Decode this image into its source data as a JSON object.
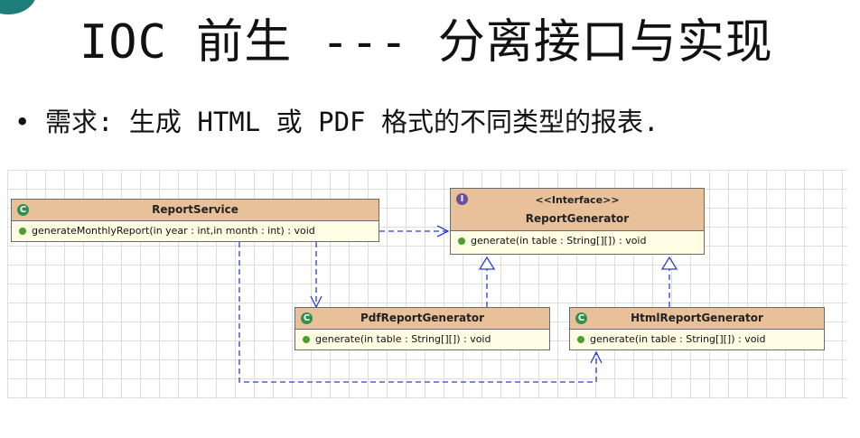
{
  "slide": {
    "title": "IOC 前生 --- 分离接口与实现",
    "bullet": "需求: 生成 HTML 或 PDF 格式的不同类型的报表."
  },
  "diagram": {
    "classes": {
      "report_service": {
        "badge": "C",
        "name": "ReportService",
        "operation": "generateMonthlyReport(in year : int,in month : int) : void"
      },
      "report_generator": {
        "badge": "I",
        "stereotype": "<<Interface>>",
        "name": "ReportGenerator",
        "operation": "generate(in table : String[][]) : void"
      },
      "pdf_report_generator": {
        "badge": "C",
        "name": "PdfReportGenerator",
        "operation": "generate(in table : String[][]) : void"
      },
      "html_report_generator": {
        "badge": "C",
        "name": "HtmlReportGenerator",
        "operation": "generate(in table : String[][]) : void"
      }
    },
    "colors": {
      "class_header": "#e8c09a",
      "class_body": "#fffde3",
      "connector": "#2a3fd6",
      "class_badge": "#2f8f4f",
      "interface_badge": "#6a4fa0"
    }
  }
}
